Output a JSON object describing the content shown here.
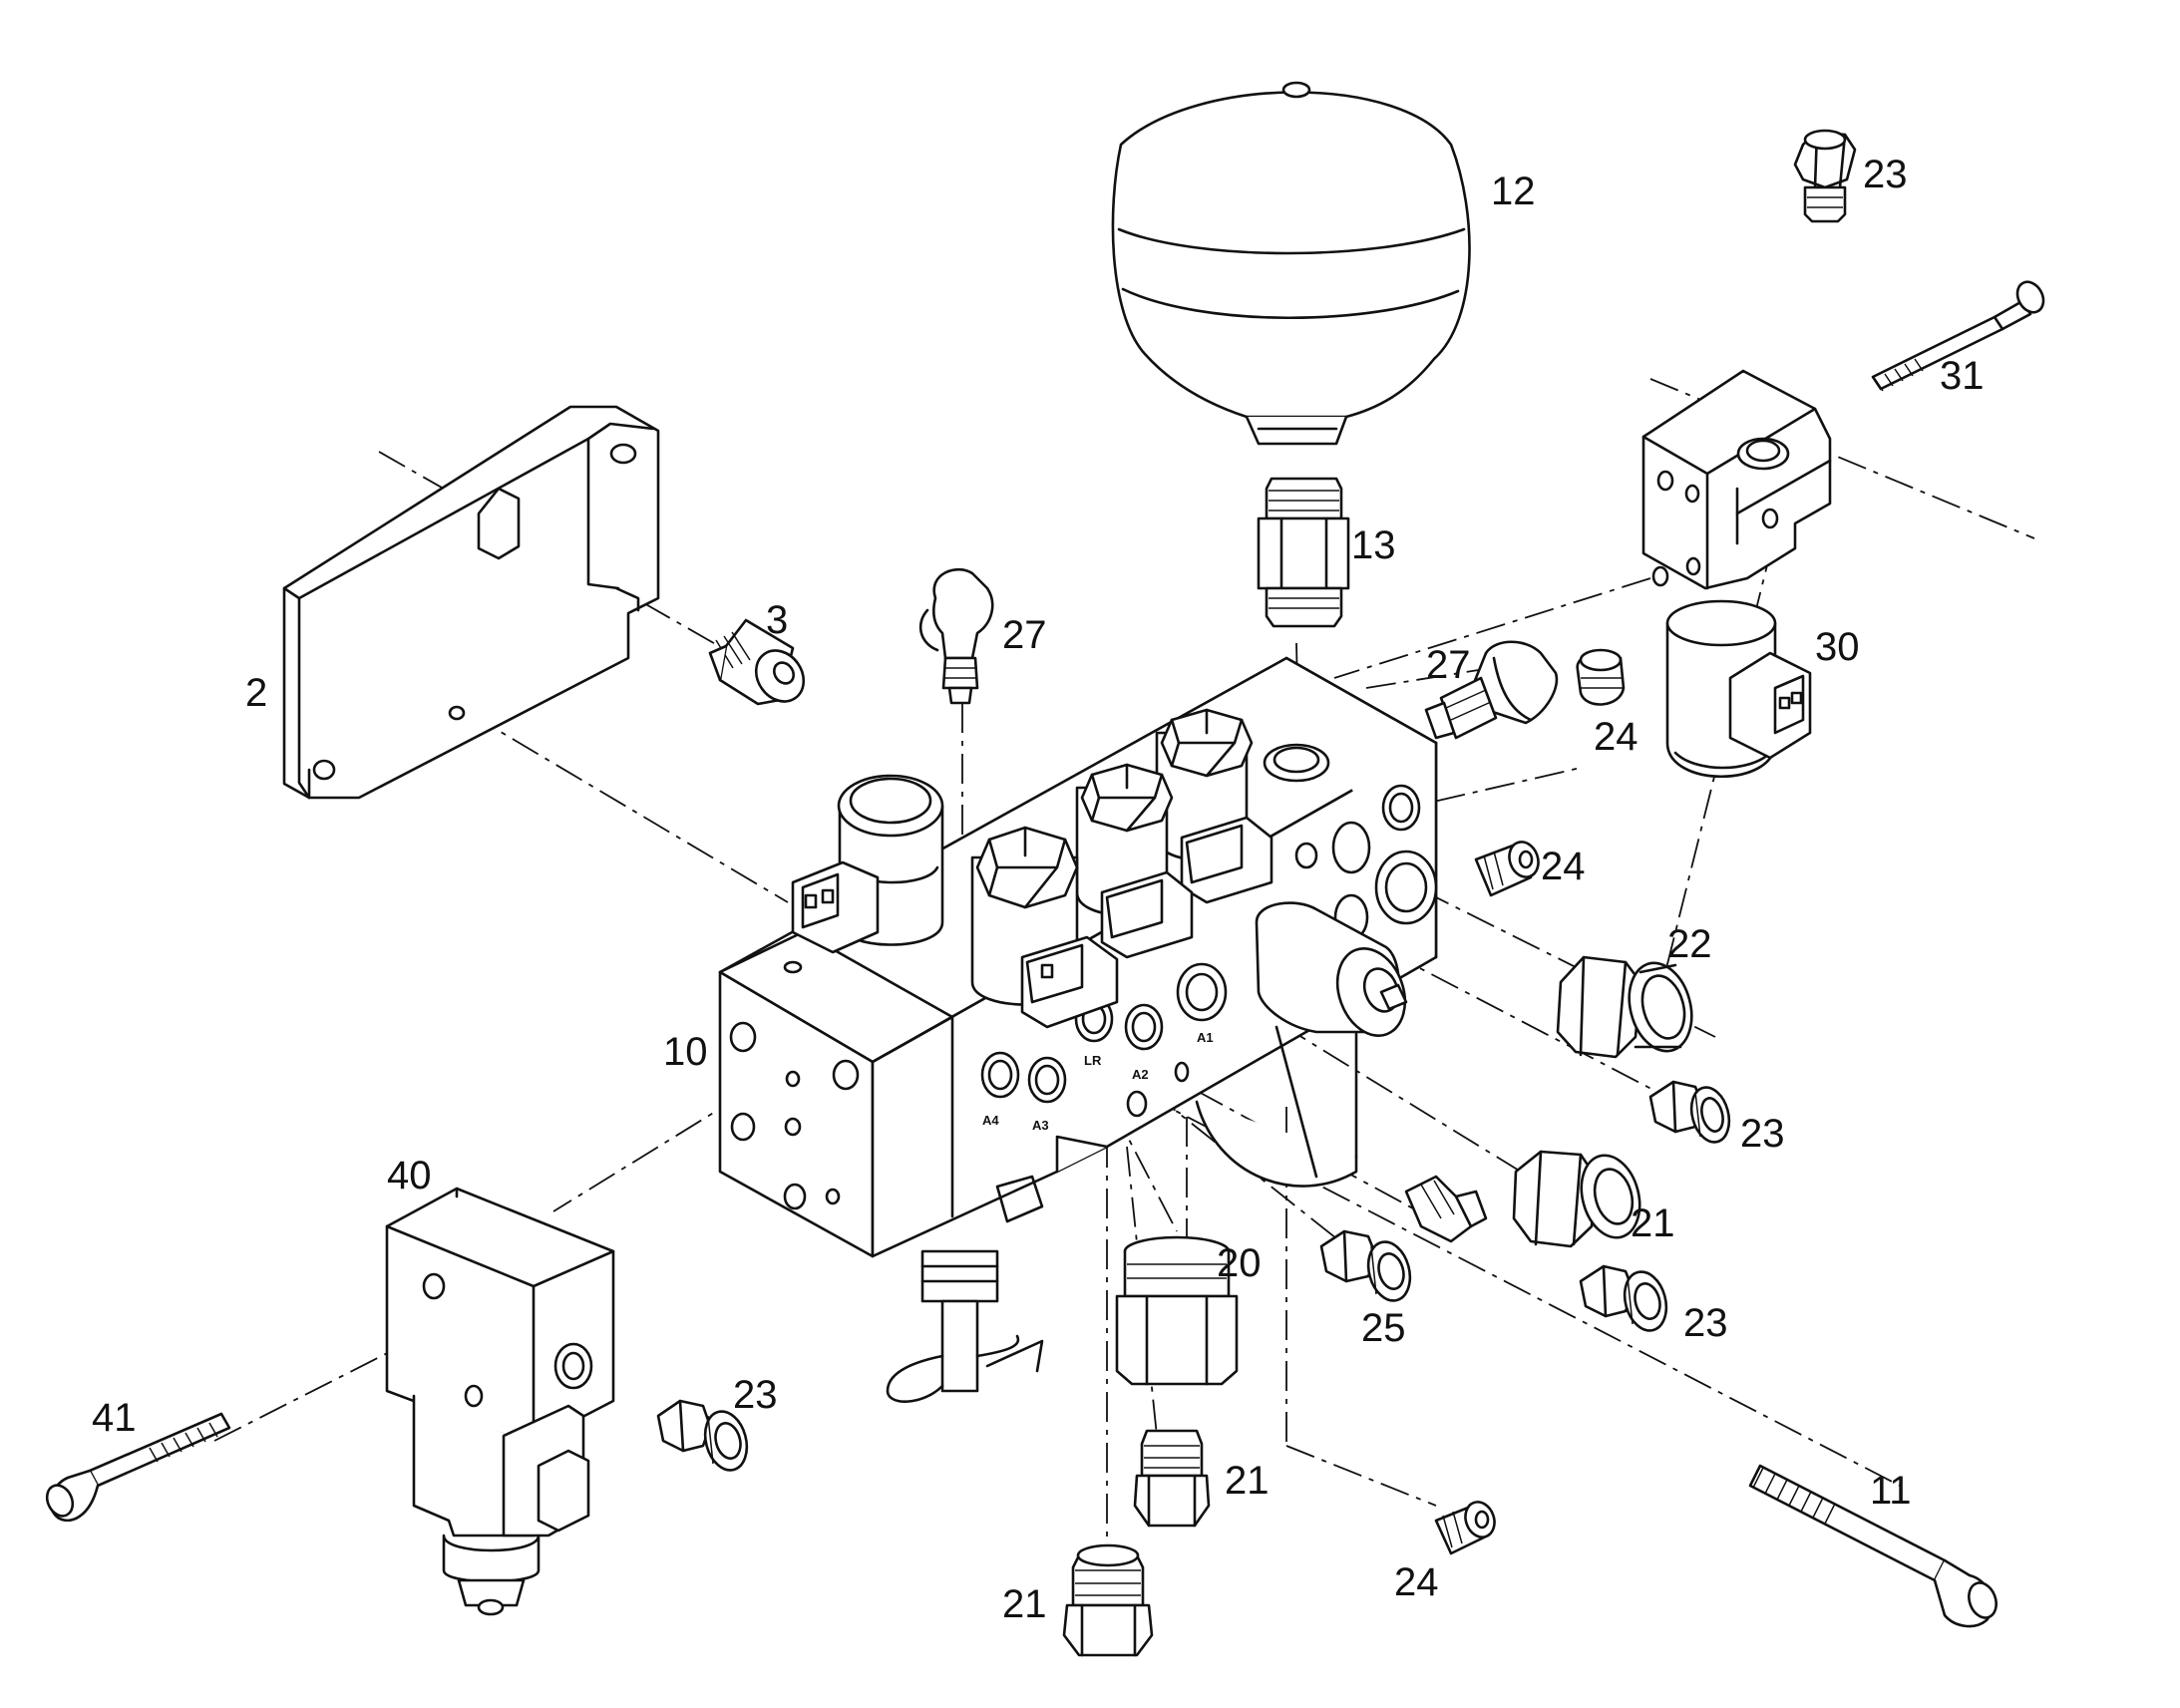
{
  "diagram": {
    "callouts": [
      {
        "id": "2",
        "text": "2"
      },
      {
        "id": "3",
        "text": "3"
      },
      {
        "id": "10",
        "text": "10"
      },
      {
        "id": "11",
        "text": "11"
      },
      {
        "id": "12",
        "text": "12"
      },
      {
        "id": "13",
        "text": "13"
      },
      {
        "id": "20",
        "text": "20"
      },
      {
        "id": "21a",
        "text": "21"
      },
      {
        "id": "21b",
        "text": "21"
      },
      {
        "id": "21c",
        "text": "21"
      },
      {
        "id": "22",
        "text": "22"
      },
      {
        "id": "23a",
        "text": "23"
      },
      {
        "id": "23b",
        "text": "23"
      },
      {
        "id": "23c",
        "text": "23"
      },
      {
        "id": "23d",
        "text": "23"
      },
      {
        "id": "24a",
        "text": "24"
      },
      {
        "id": "24b",
        "text": "24"
      },
      {
        "id": "24c",
        "text": "24"
      },
      {
        "id": "25",
        "text": "25"
      },
      {
        "id": "27a",
        "text": "27"
      },
      {
        "id": "27b",
        "text": "27"
      },
      {
        "id": "30",
        "text": "30"
      },
      {
        "id": "31",
        "text": "31"
      },
      {
        "id": "40",
        "text": "40"
      },
      {
        "id": "41",
        "text": "41"
      }
    ],
    "port_labels": [
      {
        "id": "A4",
        "text": "A4"
      },
      {
        "id": "A3",
        "text": "A3"
      },
      {
        "id": "LR",
        "text": "LR"
      },
      {
        "id": "A2",
        "text": "A2"
      },
      {
        "id": "A1",
        "text": "A1"
      }
    ]
  }
}
